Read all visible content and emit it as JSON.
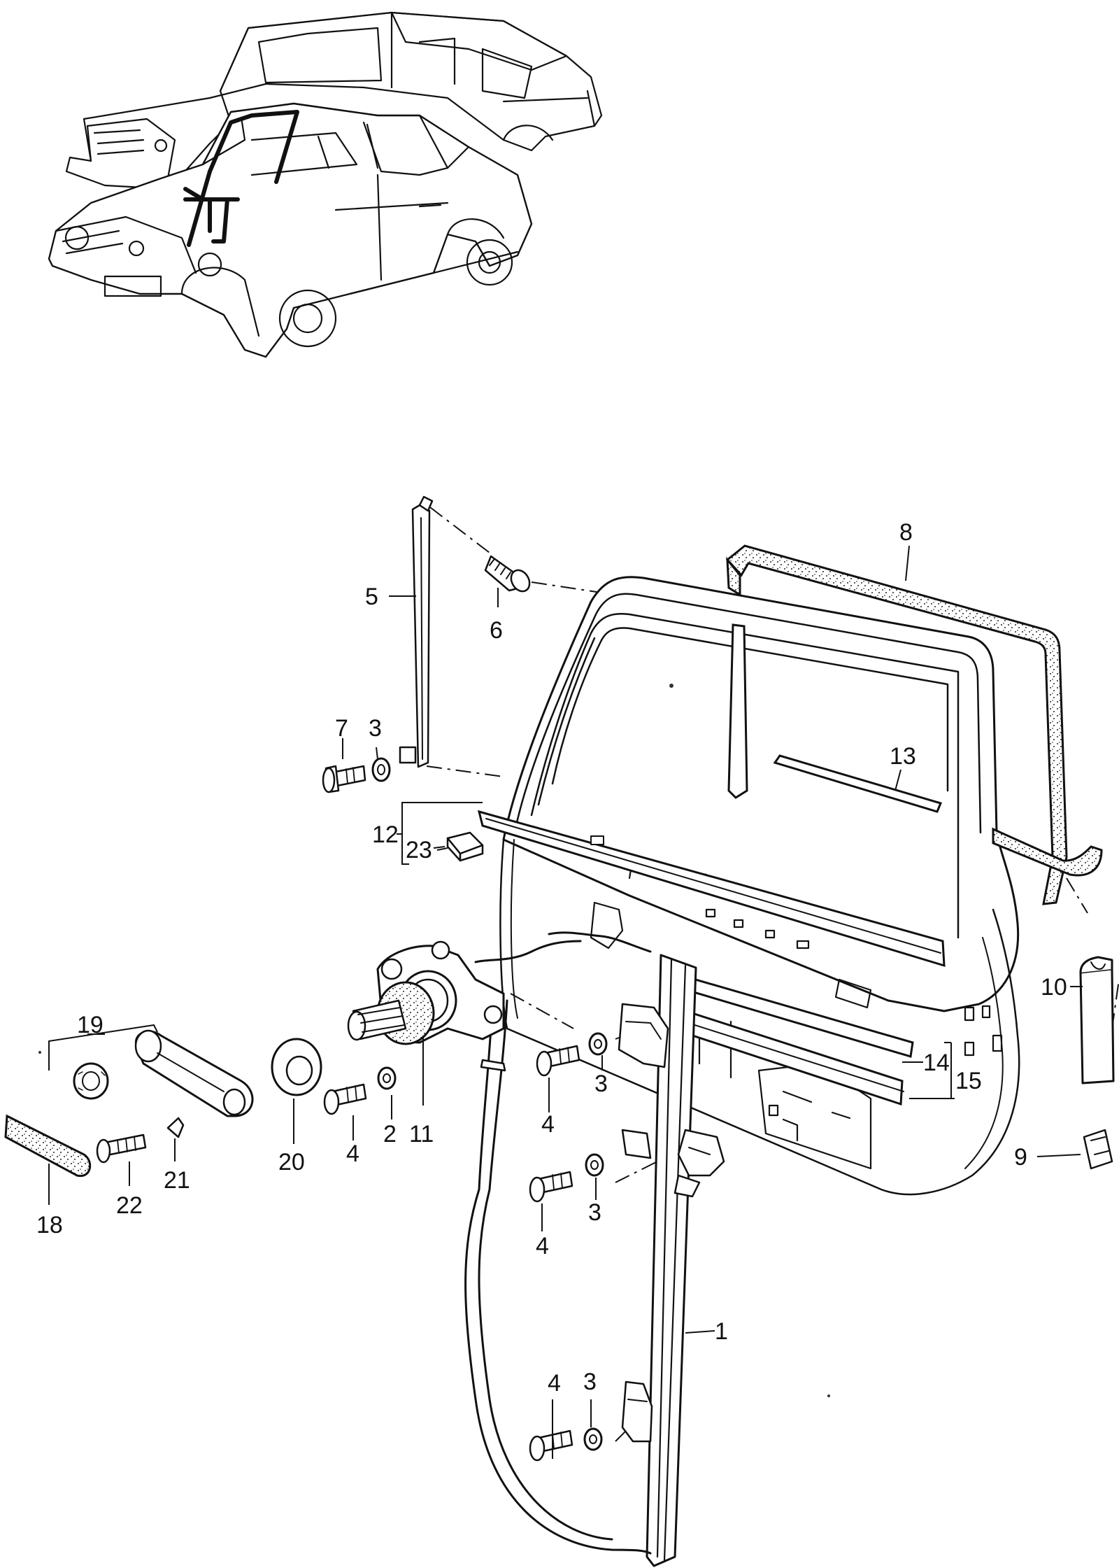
{
  "diagram": {
    "style": "exploded-parts-drawing",
    "colors": {
      "ink": "#111111",
      "paper": "#ffffff"
    },
    "callouts": [
      {
        "id": "c1",
        "label": "1"
      },
      {
        "id": "c2",
        "label": "2"
      },
      {
        "id": "c3a",
        "label": "3"
      },
      {
        "id": "c3b",
        "label": "3"
      },
      {
        "id": "c3c",
        "label": "3"
      },
      {
        "id": "c3d",
        "label": "3"
      },
      {
        "id": "c4a",
        "label": "4"
      },
      {
        "id": "c4b",
        "label": "4"
      },
      {
        "id": "c4c",
        "label": "4"
      },
      {
        "id": "c4d",
        "label": "4"
      },
      {
        "id": "c5",
        "label": "5"
      },
      {
        "id": "c6",
        "label": "6"
      },
      {
        "id": "c7",
        "label": "7"
      },
      {
        "id": "c8",
        "label": "8"
      },
      {
        "id": "c9",
        "label": "9"
      },
      {
        "id": "c10",
        "label": "10"
      },
      {
        "id": "c11",
        "label": "11"
      },
      {
        "id": "c12",
        "label": "12"
      },
      {
        "id": "c13",
        "label": "13"
      },
      {
        "id": "c14",
        "label": "14"
      },
      {
        "id": "c15",
        "label": "15"
      },
      {
        "id": "c18",
        "label": "18"
      },
      {
        "id": "c19",
        "label": "19"
      },
      {
        "id": "c20",
        "label": "20"
      },
      {
        "id": "c21",
        "label": "21"
      },
      {
        "id": "c22",
        "label": "22"
      },
      {
        "id": "c23",
        "label": "23"
      }
    ]
  }
}
